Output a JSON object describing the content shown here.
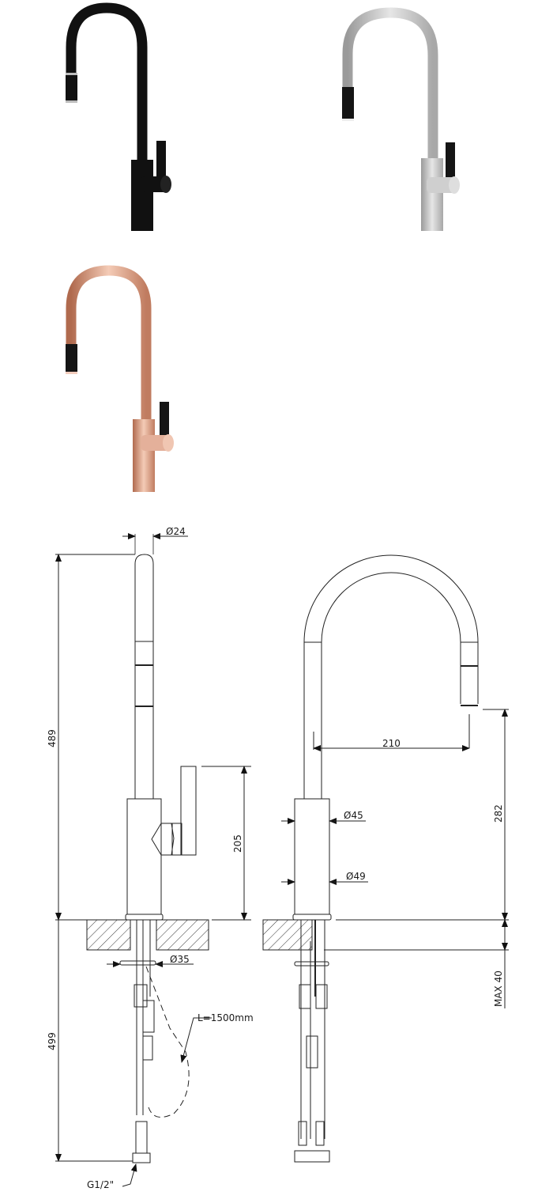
{
  "products": [
    {
      "finish": "matte black",
      "colors": {
        "body": "#111111",
        "head": "#111111",
        "handle": "#111111",
        "ring": "#bdbdbd"
      }
    },
    {
      "finish": "brushed steel",
      "colors": {
        "body": "#c8c8c8",
        "head": "#151515",
        "handle": "#151515",
        "ring": "#eeeeee"
      }
    },
    {
      "finish": "rose gold",
      "colors": {
        "body": "#d9a08a",
        "head": "#151515",
        "handle": "#151515",
        "ring": "#f2cdbd"
      }
    }
  ],
  "drawing": {
    "side_view": {
      "spout_diameter": "24",
      "total_height": "489",
      "handle_height": "205",
      "shank_diameter": "35",
      "below_deck": "499",
      "hose_length": "L=1500mm",
      "connection": "G1/2\""
    },
    "front_view": {
      "reach": "210",
      "body_diameter_top": "45",
      "body_diameter_bottom": "49",
      "outlet_height": "282",
      "max_deck": "MAX 40"
    },
    "diameter_symbol": "Ø"
  }
}
